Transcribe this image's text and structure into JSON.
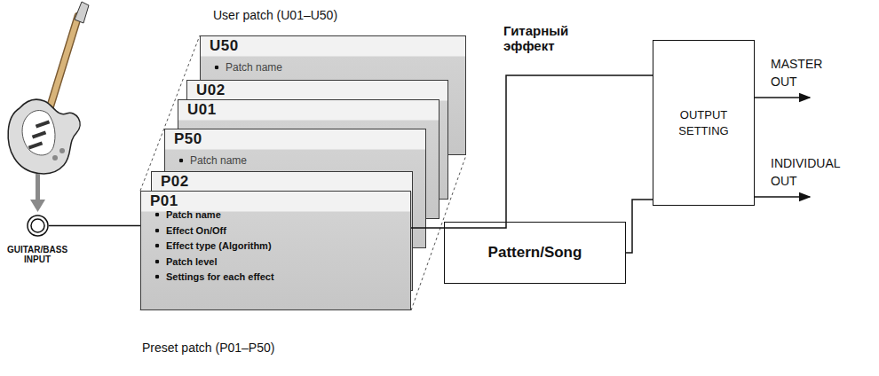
{
  "diagram": {
    "nodes": [
      {
        "text": [
          "U50",
          "Patch name"
        ]
      },
      {
        "text": [
          "U02"
        ]
      },
      {
        "text": [
          "U01"
        ]
      },
      {
        "text": [
          "P50",
          "Patch name"
        ]
      },
      {
        "text": [
          "P02"
        ]
      },
      {
        "text": [
          "P01",
          "Patch name",
          "Effect On/Off",
          "Effect type (Algorithm)",
          "Patch level",
          "Settings for each effect"
        ]
      },
      {
        "text": [
          "GUITAR/BASS INPUT"
        ]
      },
      {
        "text": [
          "OUTPUT SETTING"
        ]
      },
      {
        "text": [
          "Pattern/Song"
        ]
      }
    ],
    "edges": [
      {
        "from": 5,
        "to": 7,
        "arrow": "none"
      },
      {
        "from": 8,
        "to": 7,
        "arrow": "none"
      },
      {
        "from": 6,
        "to": 5,
        "arrow": "none"
      }
    ],
    "labels": [
      "User patch (U01–U50)",
      "Гитарный эффект",
      "Preset patch (P01–P50)",
      "MASTER OUT",
      "INDIVIDUAL OUT"
    ]
  }
}
